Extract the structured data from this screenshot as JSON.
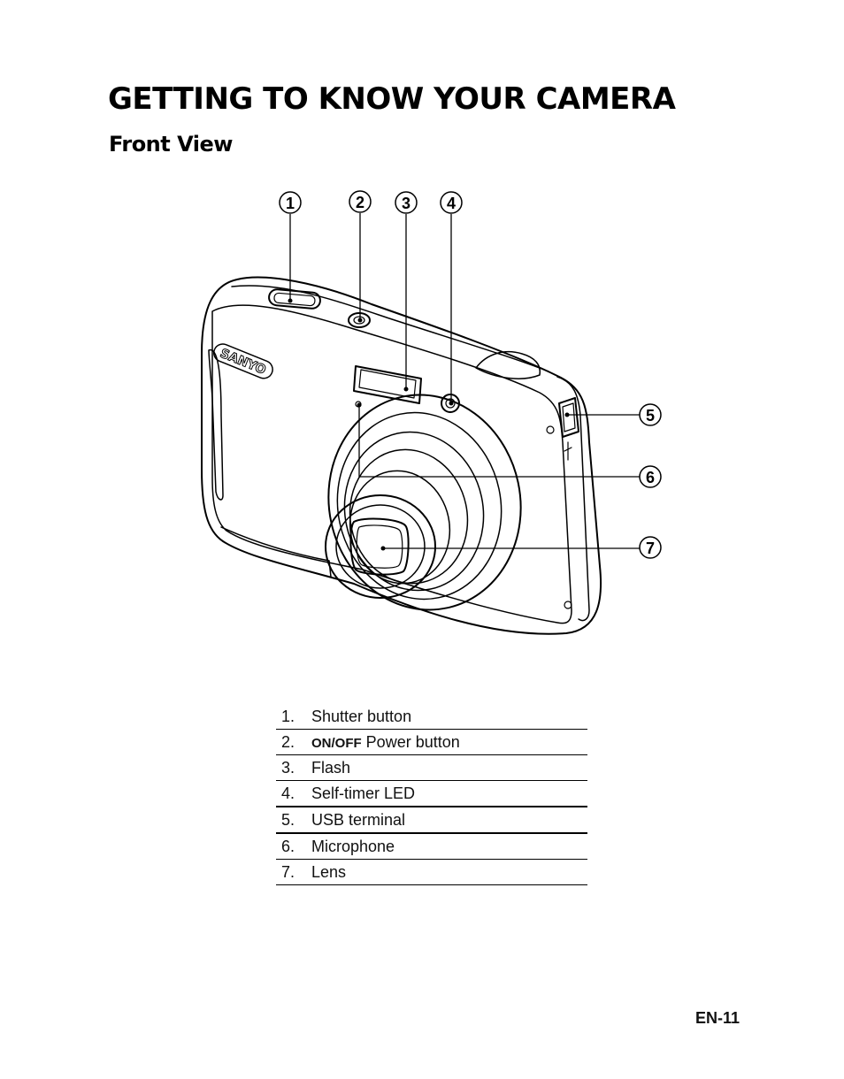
{
  "page": {
    "title": "GETTING TO KNOW YOUR CAMERA",
    "subtitle": "Front View",
    "page_number": "EN-11"
  },
  "figure": {
    "brand": "SANYO",
    "callouts": [
      "1",
      "2",
      "3",
      "4",
      "5",
      "6",
      "7"
    ]
  },
  "parts": [
    {
      "num": "1.",
      "prefix": "",
      "label": "Shutter button"
    },
    {
      "num": "2.",
      "prefix": "ON/OFF",
      "label": " Power button"
    },
    {
      "num": "3.",
      "prefix": "",
      "label": "Flash"
    },
    {
      "num": "4.",
      "prefix": "",
      "label": "Self-timer LED"
    },
    {
      "num": "5.",
      "prefix": "",
      "label": "USB terminal"
    },
    {
      "num": "6.",
      "prefix": "",
      "label": "Microphone"
    },
    {
      "num": "7.",
      "prefix": "",
      "label": "Lens"
    }
  ]
}
